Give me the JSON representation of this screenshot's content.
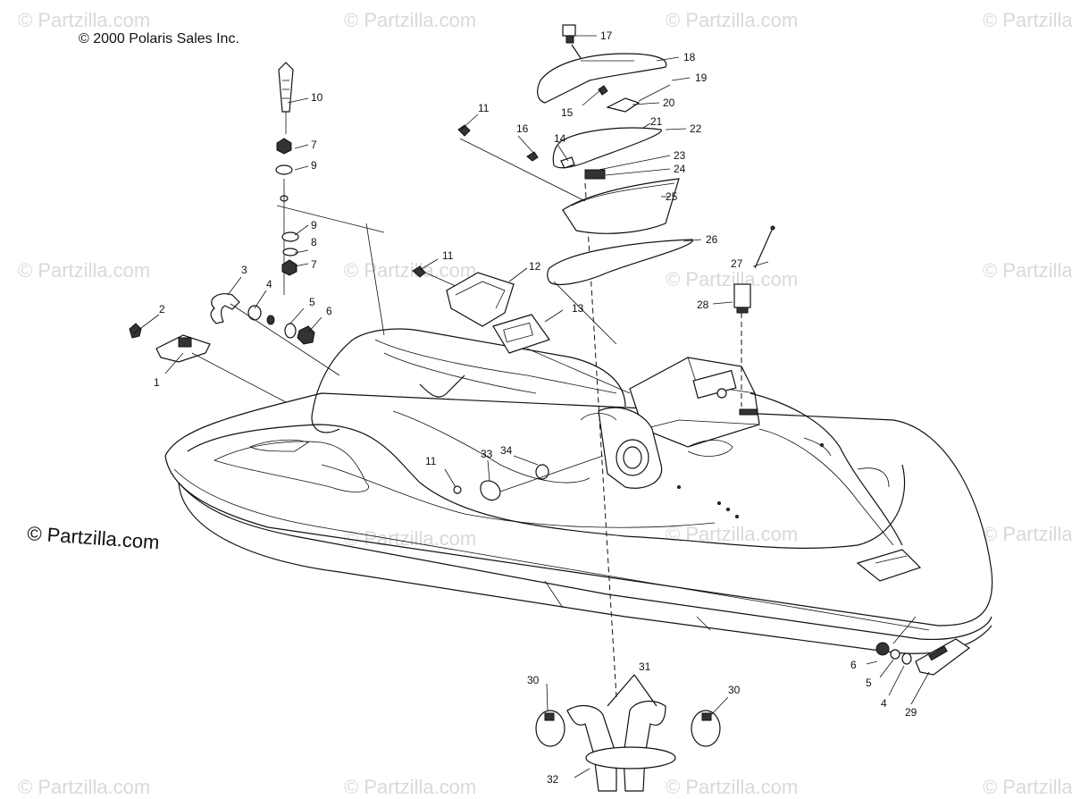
{
  "copyright": "© 2000 Polaris Sales Inc.",
  "watermark": "© Partzilla.com",
  "callouts": [
    {
      "id": "c1",
      "text": "1"
    },
    {
      "id": "c2",
      "text": "2"
    },
    {
      "id": "c3",
      "text": "3"
    },
    {
      "id": "c4a",
      "text": "4"
    },
    {
      "id": "c5a",
      "text": "5"
    },
    {
      "id": "c6a",
      "text": "6"
    },
    {
      "id": "c7a",
      "text": "7"
    },
    {
      "id": "c7b",
      "text": "7"
    },
    {
      "id": "c8",
      "text": "8"
    },
    {
      "id": "c9a",
      "text": "9"
    },
    {
      "id": "c9b",
      "text": "9"
    },
    {
      "id": "c10",
      "text": "10"
    },
    {
      "id": "c11a",
      "text": "11"
    },
    {
      "id": "c11b",
      "text": "11"
    },
    {
      "id": "c11c",
      "text": "11"
    },
    {
      "id": "c12",
      "text": "12"
    },
    {
      "id": "c13",
      "text": "13"
    },
    {
      "id": "c14",
      "text": "14"
    },
    {
      "id": "c15",
      "text": "15"
    },
    {
      "id": "c16",
      "text": "16"
    },
    {
      "id": "c17",
      "text": "17"
    },
    {
      "id": "c18",
      "text": "18"
    },
    {
      "id": "c19",
      "text": "19"
    },
    {
      "id": "c20",
      "text": "20"
    },
    {
      "id": "c21",
      "text": "21"
    },
    {
      "id": "c22",
      "text": "22"
    },
    {
      "id": "c23",
      "text": "23"
    },
    {
      "id": "c24",
      "text": "24"
    },
    {
      "id": "c25",
      "text": "25"
    },
    {
      "id": "c26",
      "text": "26"
    },
    {
      "id": "c27",
      "text": "27"
    },
    {
      "id": "c28",
      "text": "28"
    },
    {
      "id": "c29",
      "text": "29"
    },
    {
      "id": "c30a",
      "text": "30"
    },
    {
      "id": "c30b",
      "text": "30"
    },
    {
      "id": "c31",
      "text": "31"
    },
    {
      "id": "c32",
      "text": "32"
    },
    {
      "id": "c33",
      "text": "33"
    },
    {
      "id": "c34",
      "text": "34"
    },
    {
      "id": "c4b",
      "text": "4"
    },
    {
      "id": "c5b",
      "text": "5"
    },
    {
      "id": "c6b",
      "text": "6"
    }
  ]
}
